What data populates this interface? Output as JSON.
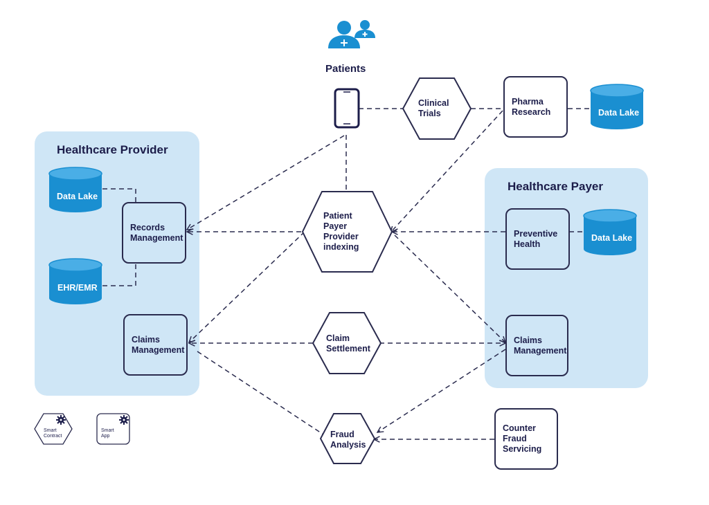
{
  "patients": {
    "label": "Patients",
    "icon": "patients-icon",
    "device_icon": "smartphone-icon"
  },
  "provider": {
    "title": "Healthcare Provider",
    "data_lake": "Data Lake",
    "ehr": "EHR/EMR",
    "records": [
      "Records",
      "Management"
    ],
    "claims": [
      "Claims",
      "Management"
    ]
  },
  "payer": {
    "title": "Healthcare Payer",
    "data_lake": "Data Lake",
    "preventive": [
      "Preventive",
      "Health"
    ],
    "claims": [
      "Claims",
      "Management"
    ]
  },
  "center": {
    "clinical_trials": [
      "Clinical",
      "Trials"
    ],
    "indexing": [
      "Patient",
      "Payer",
      "Provider",
      "indexing"
    ],
    "claim_settlement": [
      "Claim",
      "Settlement"
    ],
    "fraud_analysis": [
      "Fraud",
      "Analysis"
    ]
  },
  "pharma": {
    "label": [
      "Pharma",
      "Research"
    ],
    "data_lake": "Data Lake"
  },
  "counter_fraud": [
    "Counter",
    "Fraud",
    "Servicing"
  ],
  "legend": {
    "smart_contract": [
      "Smart",
      "Contract"
    ],
    "smart_app": [
      "Smart",
      "App"
    ]
  },
  "colors": {
    "panel": "#cfe6f6",
    "cylinder": "#1a8fd1",
    "cylinder_top": "#4aaee6",
    "ink": "#1c1d4a"
  }
}
